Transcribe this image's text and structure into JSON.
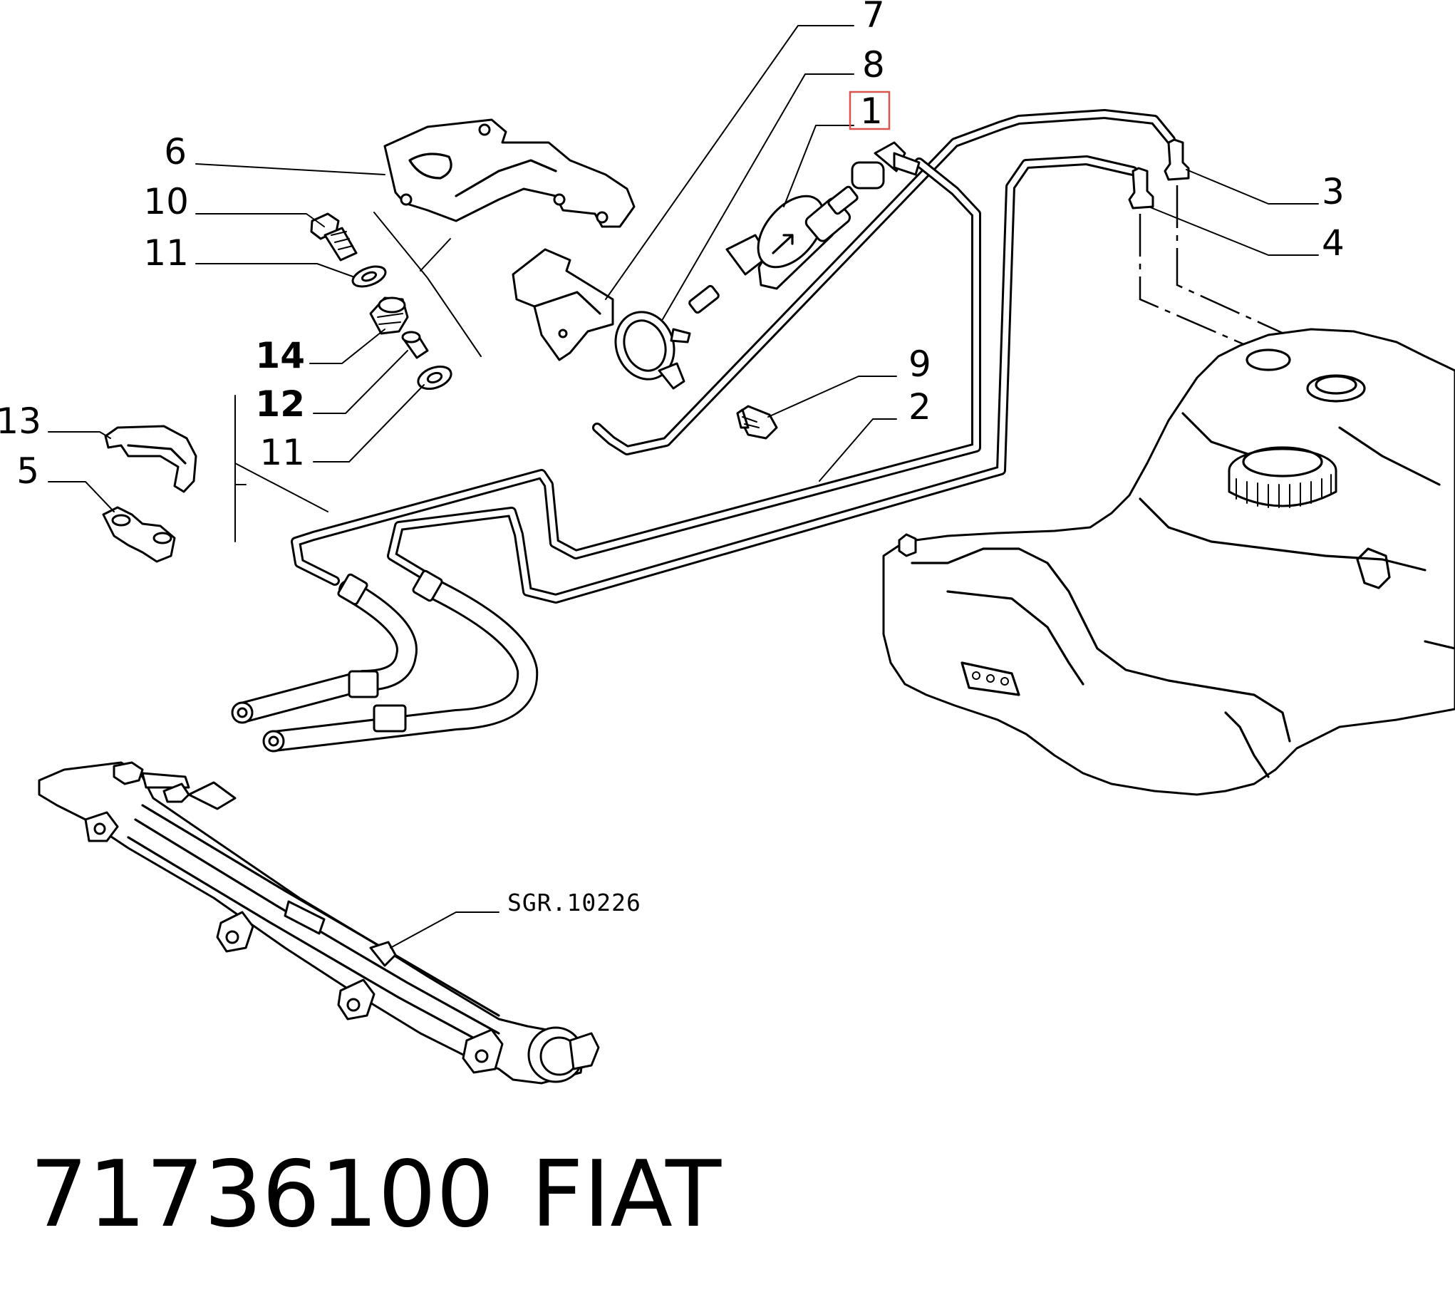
{
  "callouts": {
    "n7": "7",
    "n8": "8",
    "n1": "1",
    "n6": "6",
    "n10": "10",
    "n11a": "11",
    "n14": "14",
    "n12": "12",
    "n11b": "11",
    "n13": "13",
    "n5": "5",
    "n9": "9",
    "n2": "2",
    "n3": "3",
    "n4": "4"
  },
  "highlight": {
    "part": "1",
    "color": "#d9534f"
  },
  "reference": "SGR.10226",
  "footer": {
    "part_number": "71736100",
    "brand": "FIAT"
  }
}
